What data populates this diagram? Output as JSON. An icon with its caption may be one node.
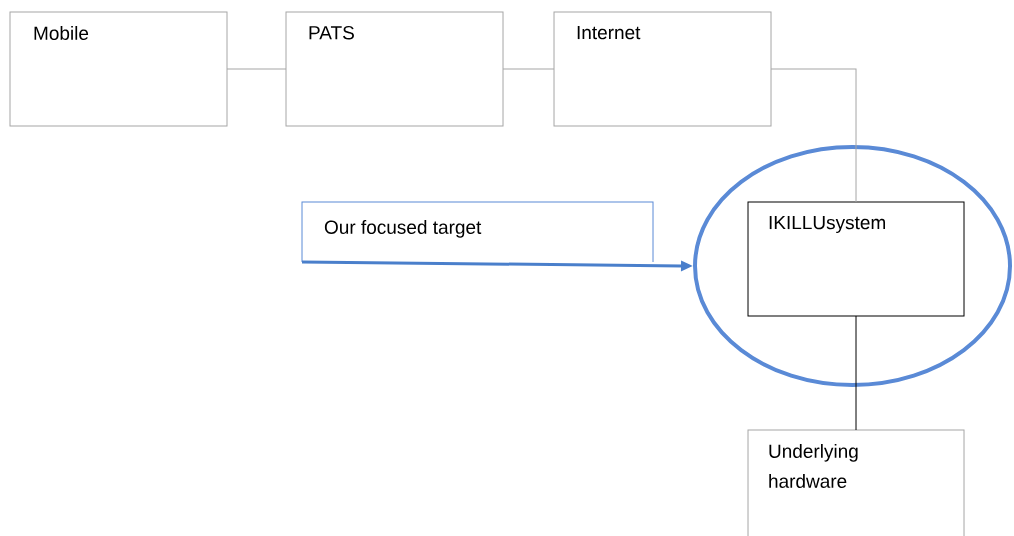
{
  "diagram": {
    "nodes": [
      {
        "text": [
          "Mobile"
        ]
      },
      {
        "text": [
          "PATS"
        ]
      },
      {
        "text": [
          "Internet"
        ]
      },
      {
        "text": [
          "Our focused target"
        ]
      },
      {
        "text": [],
        "shape": "ellipse"
      },
      {
        "text": [
          "IKILLUsystem"
        ],
        "in": 4
      },
      {
        "text": [
          "Underlying hardware"
        ]
      }
    ],
    "edges": [
      {
        "from": 0,
        "to": 1,
        "arrow": "none"
      },
      {
        "from": 1,
        "to": 2,
        "arrow": "none"
      },
      {
        "from": 2,
        "to": 5,
        "arrow": "none"
      },
      {
        "from": 3,
        "to": 4,
        "arrow": "to",
        "style": "thick",
        "color": "#4a7fcb"
      },
      {
        "from": 5,
        "to": 6,
        "arrow": "none",
        "color": "#000000"
      }
    ]
  }
}
